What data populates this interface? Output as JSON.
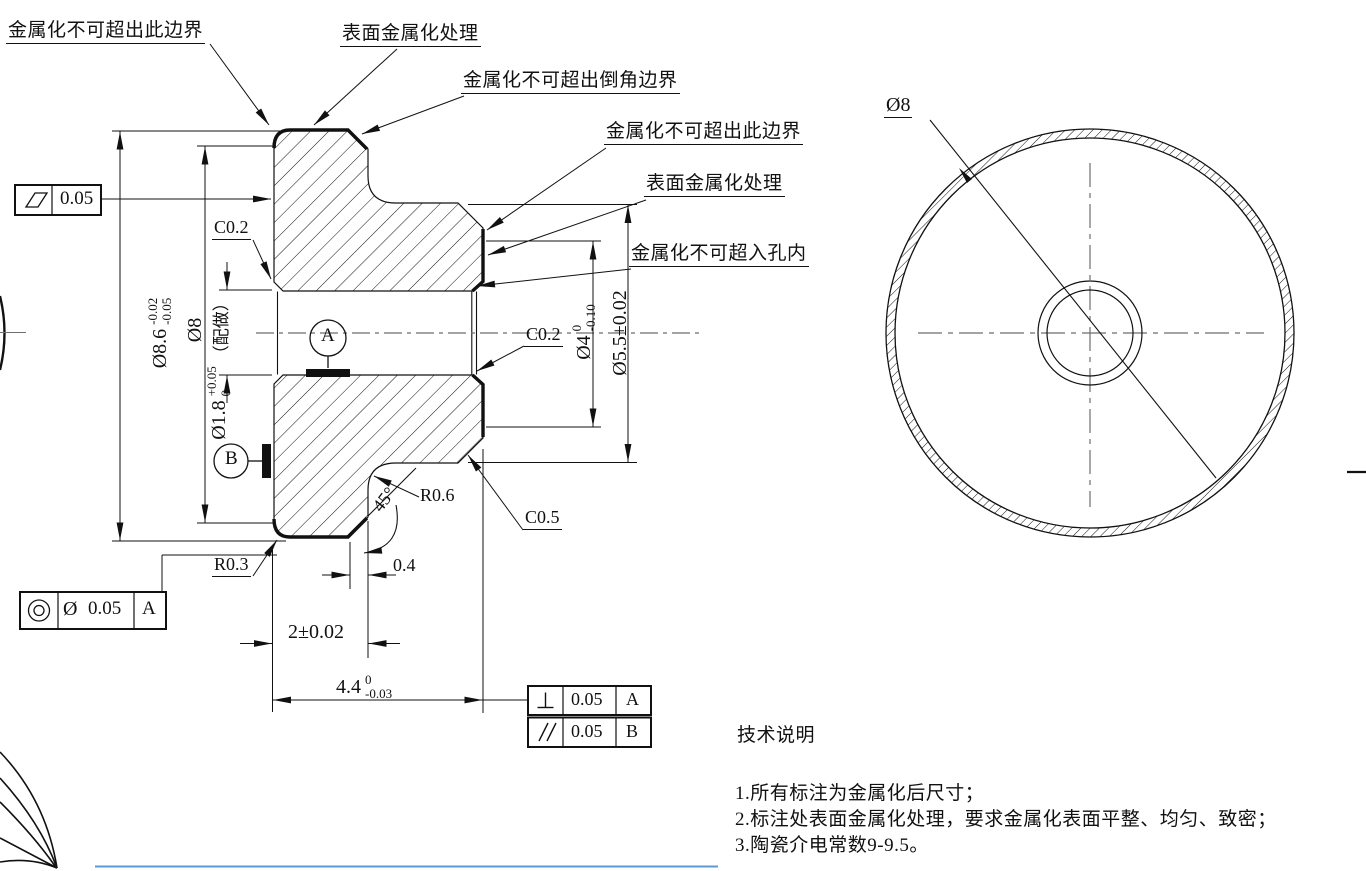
{
  "annotations": {
    "no_exceed_boundary_top": "金属化不可超出此边界",
    "surface_metallization_top": "表面金属化处理",
    "no_exceed_chamfer_boundary": "金属化不可超出倒角边界",
    "no_exceed_boundary_right": "金属化不可超出此边界",
    "surface_metallization_right": "表面金属化处理",
    "no_enter_hole": "金属化不可超入孔内"
  },
  "dimensions": {
    "od_main": "Ø8.6",
    "od_tol_top": "-0.02",
    "od_tol_bottom": "-0.05",
    "metallization_od": "Ø8",
    "bore_main": "Ø1.8",
    "bore_tol_top": "+0.05",
    "bore_tol_bottom": "0",
    "bore_suffix": "（配做）",
    "counterbore_main": "Ø4",
    "counterbore_tol_top": "0",
    "counterbore_tol_bottom": "-0.10",
    "boss_od": "Ø5.5±0.02",
    "front_od": "Ø8",
    "flange_width": "2±0.02",
    "total_length_main": "4.4",
    "total_length_tol_top": "0",
    "total_length_tol_bottom": "-0.03",
    "chamfer_left": "C0.2",
    "chamfer_right": "C0.2",
    "chamfer_c05": "C0.5",
    "radius_r03": "R0.3",
    "radius_r06": "R0.6",
    "chamfer_width": "0.4",
    "chamfer_angle": "45°"
  },
  "gdt": {
    "flatness_value": "0.05",
    "concentricity_dia": "Ø",
    "concentricity_value": "0.05",
    "concentricity_datum": "A",
    "perpendicularity_value": "0.05",
    "perpendicularity_datum": "A",
    "parallelism_value": "0.05",
    "parallelism_datum": "B"
  },
  "datums": {
    "a": "A",
    "b": "B"
  },
  "tech_notes": {
    "title": "技术说明",
    "note1": "1.所有标注为金属化后尺寸；",
    "note2": "2.标注处表面金属化处理，要求金属化表面平整、均匀、致密；",
    "note3": "3.陶瓷介电常数9-9.5。"
  },
  "colors": {
    "line": "#111111",
    "centerline": "#6e6e6e",
    "accent_bottom_bar": "#5b9bd5"
  }
}
